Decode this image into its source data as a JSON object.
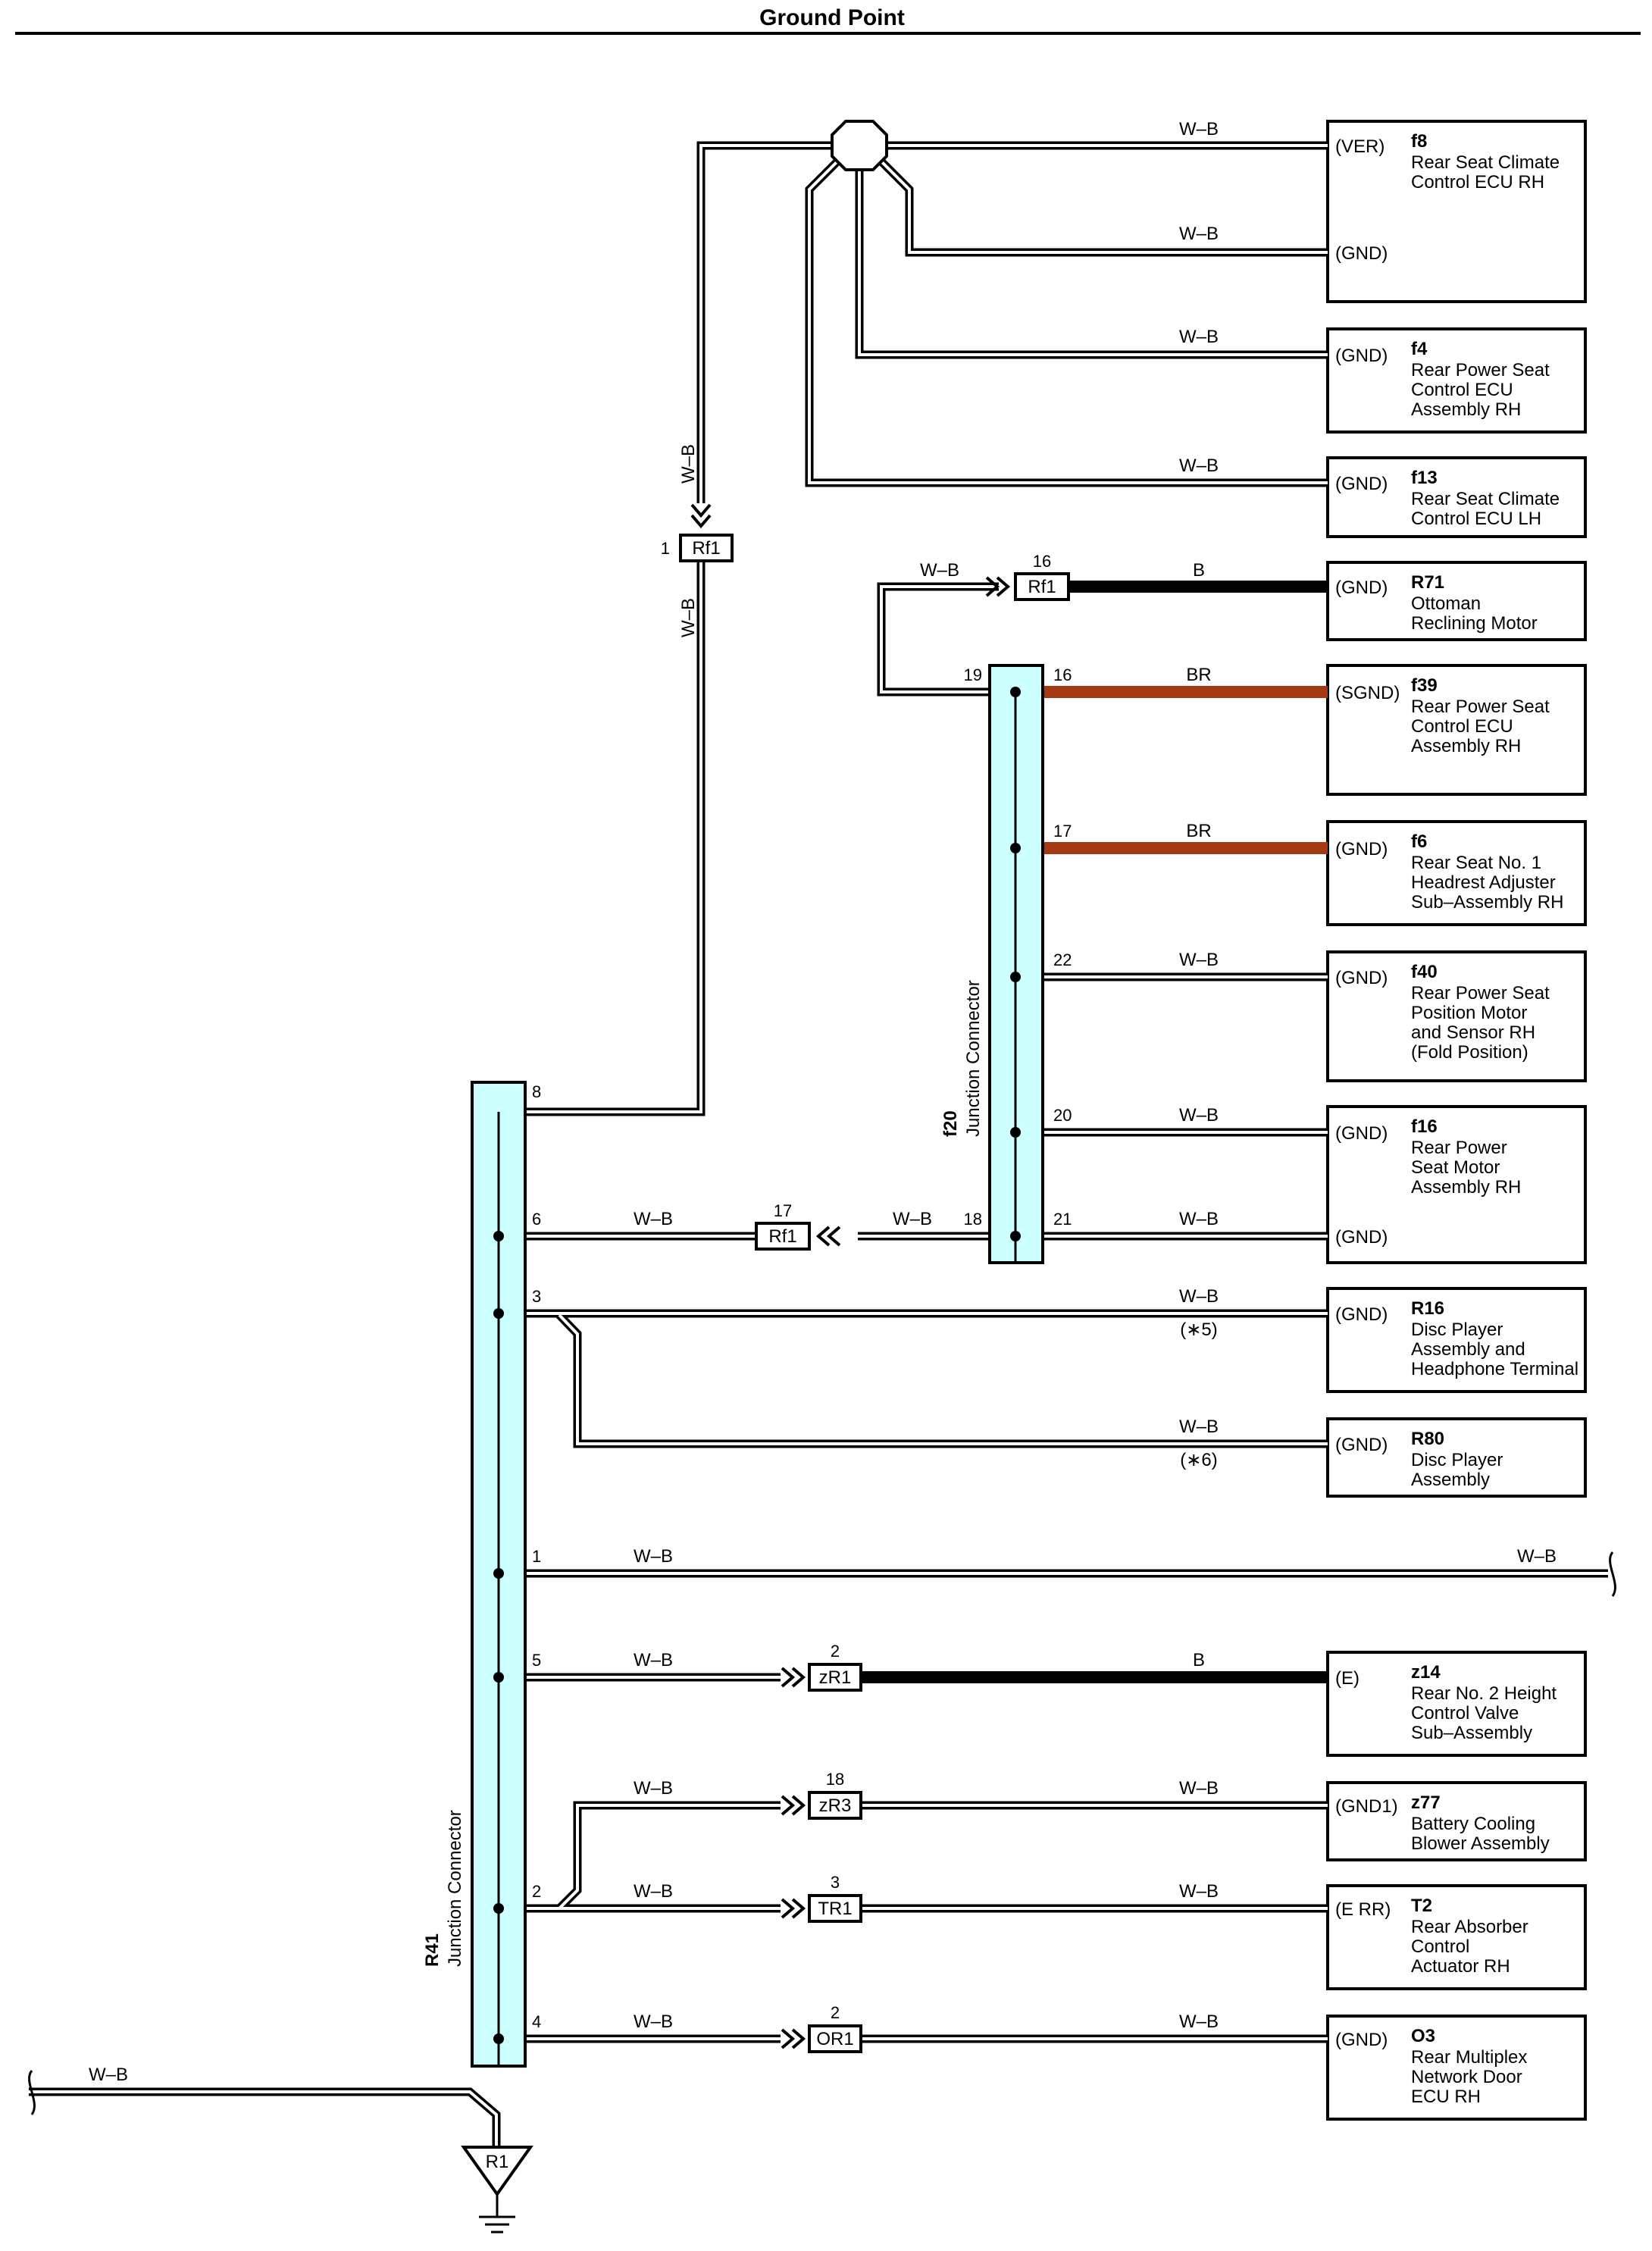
{
  "title": "Ground Point",
  "colors": {
    "jc_fill": "#ccffff",
    "brown_wire": "#a53a12",
    "black_wire": "#000000"
  },
  "junction_connectors": [
    {
      "id": "R41",
      "label": "Junction Connector"
    },
    {
      "id": "f20",
      "label": "Junction Connector"
    }
  ],
  "ground": {
    "id": "R1"
  },
  "splice": "W–B",
  "components": [
    {
      "key": "f8",
      "code": "f8",
      "lines": [
        "Rear Seat Climate",
        "Control ECU RH"
      ],
      "terminals": [
        "(VER)",
        "(GND)"
      ]
    },
    {
      "key": "f4",
      "code": "f4",
      "lines": [
        "Rear Power Seat",
        "Control ECU",
        "Assembly RH"
      ],
      "terminals": [
        "(GND)"
      ]
    },
    {
      "key": "f13",
      "code": "f13",
      "lines": [
        "Rear Seat Climate",
        "Control ECU LH"
      ],
      "terminals": [
        "(GND)"
      ]
    },
    {
      "key": "R71",
      "code": "R71",
      "lines": [
        "Ottoman",
        "Reclining Motor"
      ],
      "terminals": [
        "(GND)"
      ]
    },
    {
      "key": "f39",
      "code": "f39",
      "lines": [
        "Rear Power Seat",
        "Control ECU",
        "Assembly RH"
      ],
      "terminals": [
        "(SGND)"
      ]
    },
    {
      "key": "f6",
      "code": "f6",
      "lines": [
        "Rear Seat No. 1",
        "Headrest Adjuster",
        "Sub–Assembly RH"
      ],
      "terminals": [
        "(GND)"
      ]
    },
    {
      "key": "f40",
      "code": "f40",
      "lines": [
        "Rear Power Seat",
        "Position Motor",
        "and Sensor RH",
        "(Fold Position)"
      ],
      "terminals": [
        "(GND)"
      ]
    },
    {
      "key": "f16",
      "code": "f16",
      "lines": [
        "Rear Power",
        "Seat Motor",
        "Assembly RH"
      ],
      "terminals": [
        "(GND)",
        "(GND)"
      ]
    },
    {
      "key": "R16",
      "code": "R16",
      "lines": [
        "Disc Player",
        "Assembly and",
        "Headphone Terminal"
      ],
      "terminals": [
        "(GND)"
      ]
    },
    {
      "key": "R80",
      "code": "R80",
      "lines": [
        "Disc Player",
        "Assembly"
      ],
      "terminals": [
        "(GND)"
      ]
    },
    {
      "key": "z14",
      "code": "z14",
      "lines": [
        "Rear No. 2 Height",
        "Control Valve",
        "Sub–Assembly"
      ],
      "terminals": [
        "(E)"
      ]
    },
    {
      "key": "z77",
      "code": "z77",
      "lines": [
        "Battery Cooling",
        "Blower Assembly"
      ],
      "terminals": [
        "(GND1)"
      ]
    },
    {
      "key": "T2",
      "code": "T2",
      "lines": [
        "Rear Absorber",
        "Control",
        "Actuator RH"
      ],
      "terminals": [
        "(E RR)"
      ]
    },
    {
      "key": "O3",
      "code": "O3",
      "lines": [
        "Rear Multiplex",
        "Network Door",
        "ECU RH"
      ],
      "terminals": [
        "(GND)"
      ]
    }
  ],
  "inline_connectors": [
    {
      "key": "rf1_a",
      "name": "Rf1",
      "pin": "1"
    },
    {
      "key": "rf1_b",
      "name": "Rf1",
      "pin": "16"
    },
    {
      "key": "rf1_c",
      "name": "Rf1",
      "pin": "17"
    },
    {
      "key": "zr1",
      "name": "zR1",
      "pin": "2"
    },
    {
      "key": "zr3",
      "name": "zR3",
      "pin": "18"
    },
    {
      "key": "tr1",
      "name": "TR1",
      "pin": "3"
    },
    {
      "key": "or1",
      "name": "OR1",
      "pin": "2"
    }
  ],
  "r41_pins": [
    "8",
    "6",
    "3",
    "1",
    "5",
    "2",
    "4"
  ],
  "f20_pins": [
    "19",
    "16",
    "17",
    "22",
    "20",
    "21",
    "18"
  ],
  "wire_labels": {
    "wb": "W–B",
    "b": "B",
    "br": "BR"
  },
  "notes": [
    "(∗5)",
    "(∗6)"
  ]
}
